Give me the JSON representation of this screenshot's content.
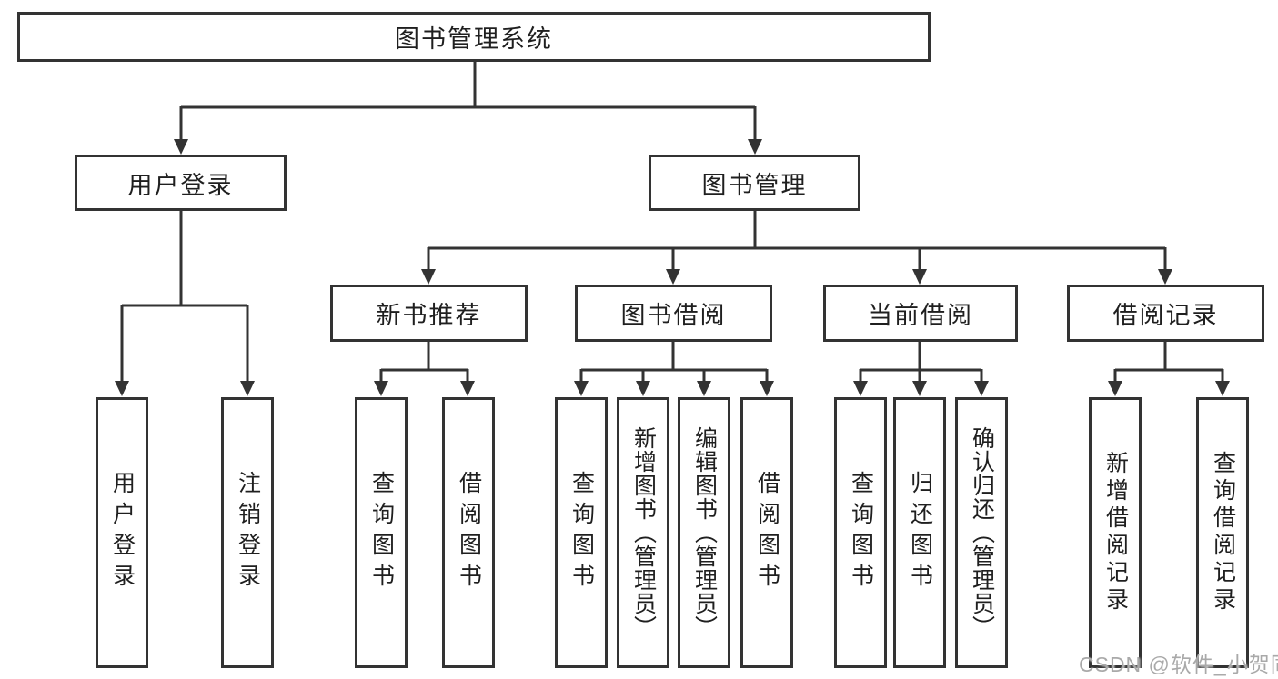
{
  "diagram": {
    "title": "图书管理系统",
    "watermark": "CSDN @软件_小贺同学",
    "colors": {
      "line": "#333333",
      "text": "#1f1f1f",
      "watermark": "#a9a9a9",
      "background": "#ffffff"
    },
    "nodes": {
      "root": "图书管理系统",
      "user_login": "用户登录",
      "book_mgmt": "图书管理",
      "login": "用户登录",
      "logout": "注销登录",
      "new_book_rec": "新书推荐",
      "book_borrow": "图书借阅",
      "current_borrow": "当前借阅",
      "borrow_records": "借阅记录",
      "nbr_query": "查询图书",
      "nbr_borrow": "借阅图书",
      "bb_query": "查询图书",
      "bb_add": "新增图书（管理员）",
      "bb_edit": "编辑图书（管理员）",
      "bb_borrow": "借阅图书",
      "cb_query": "查询图书",
      "cb_return": "归还图书",
      "cb_confirm": "确认归还（管理员）",
      "br_add": "新增借阅记录",
      "br_query": "查询借阅记录"
    }
  }
}
